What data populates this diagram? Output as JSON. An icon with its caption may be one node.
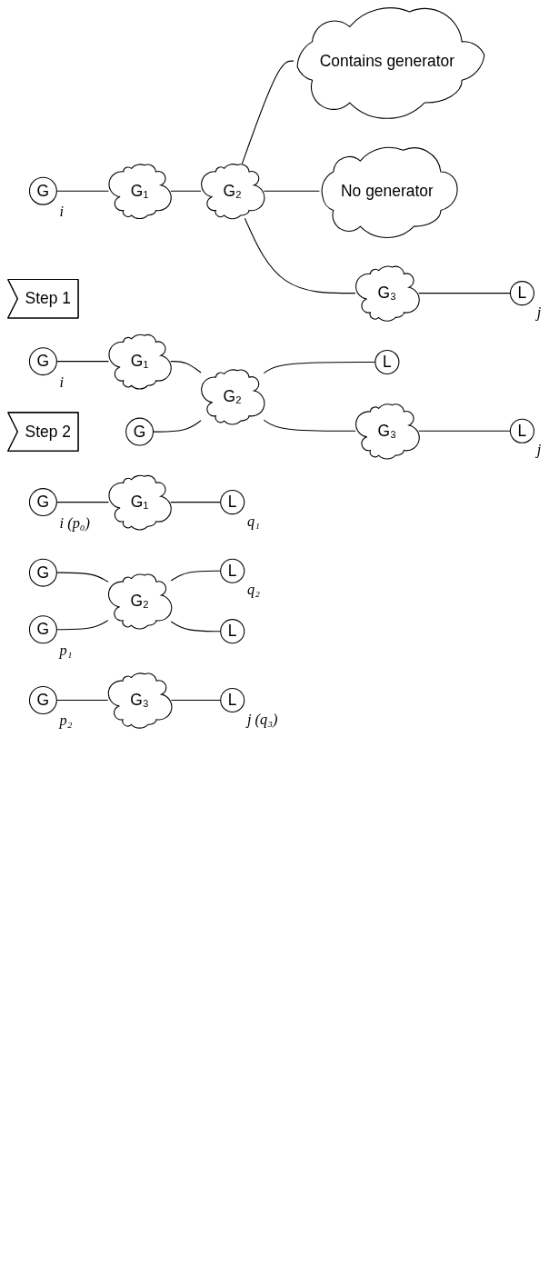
{
  "diagram": {
    "nodes": [
      {
        "text": [
          "G"
        ],
        "beside": [
          "i"
        ]
      },
      {
        "text": [
          "G₁"
        ]
      },
      {
        "text": [
          "Contains generator"
        ]
      },
      {
        "text": [
          "G₂"
        ]
      },
      {
        "text": [
          "No generator"
        ]
      },
      {
        "text": [
          "G₃"
        ]
      },
      {
        "text": [
          "L"
        ],
        "beside": [
          "j"
        ]
      },
      {
        "text": [
          "Step 1"
        ]
      },
      {
        "text": [
          "G"
        ],
        "beside": [
          "i"
        ]
      },
      {
        "text": [
          "G₁"
        ]
      },
      {
        "text": [
          "G"
        ]
      },
      {
        "text": [
          "G₂"
        ]
      },
      {
        "text": [
          "L"
        ]
      },
      {
        "text": [
          "G₃"
        ]
      },
      {
        "text": [
          "L"
        ],
        "beside": [
          "j"
        ]
      },
      {
        "text": [
          "Step 2"
        ]
      },
      {
        "text": [
          "G"
        ],
        "beside": [
          "i (p₀)"
        ]
      },
      {
        "text": [
          "G₁"
        ]
      },
      {
        "text": [
          "L"
        ],
        "beside": [
          "q₁"
        ]
      },
      {
        "text": [
          "G"
        ]
      },
      {
        "text": [
          "G"
        ],
        "beside": [
          "p₁"
        ]
      },
      {
        "text": [
          "G₂"
        ]
      },
      {
        "text": [
          "L"
        ],
        "beside": [
          "q₂"
        ]
      },
      {
        "text": [
          "L"
        ]
      },
      {
        "text": [
          "G"
        ],
        "beside": [
          "p₂"
        ]
      },
      {
        "text": [
          "G₃"
        ]
      },
      {
        "text": [
          "L"
        ],
        "beside": [
          "j (q₃)"
        ]
      }
    ],
    "edges": [
      {
        "from": 0,
        "to": 1,
        "arrow": "none"
      },
      {
        "from": 1,
        "to": 3,
        "arrow": "none"
      },
      {
        "from": 3,
        "to": 2,
        "arrow": "none"
      },
      {
        "from": 3,
        "to": 4,
        "arrow": "none"
      },
      {
        "from": 3,
        "to": 5,
        "arrow": "none"
      },
      {
        "from": 5,
        "to": 6,
        "arrow": "none"
      },
      {
        "from": 8,
        "to": 9,
        "arrow": "none"
      },
      {
        "from": 9,
        "to": 11,
        "arrow": "none"
      },
      {
        "from": 10,
        "to": 11,
        "arrow": "none"
      },
      {
        "from": 11,
        "to": 12,
        "arrow": "none"
      },
      {
        "from": 11,
        "to": 13,
        "arrow": "none"
      },
      {
        "from": 13,
        "to": 14,
        "arrow": "none"
      },
      {
        "from": 16,
        "to": 17,
        "arrow": "none"
      },
      {
        "from": 17,
        "to": 18,
        "arrow": "none"
      },
      {
        "from": 19,
        "to": 21,
        "arrow": "none"
      },
      {
        "from": 20,
        "to": 21,
        "arrow": "none"
      },
      {
        "from": 21,
        "to": 22,
        "arrow": "none"
      },
      {
        "from": 21,
        "to": 23,
        "arrow": "none"
      },
      {
        "from": 24,
        "to": 25,
        "arrow": "none"
      },
      {
        "from": 25,
        "to": 26,
        "arrow": "none"
      }
    ]
  }
}
